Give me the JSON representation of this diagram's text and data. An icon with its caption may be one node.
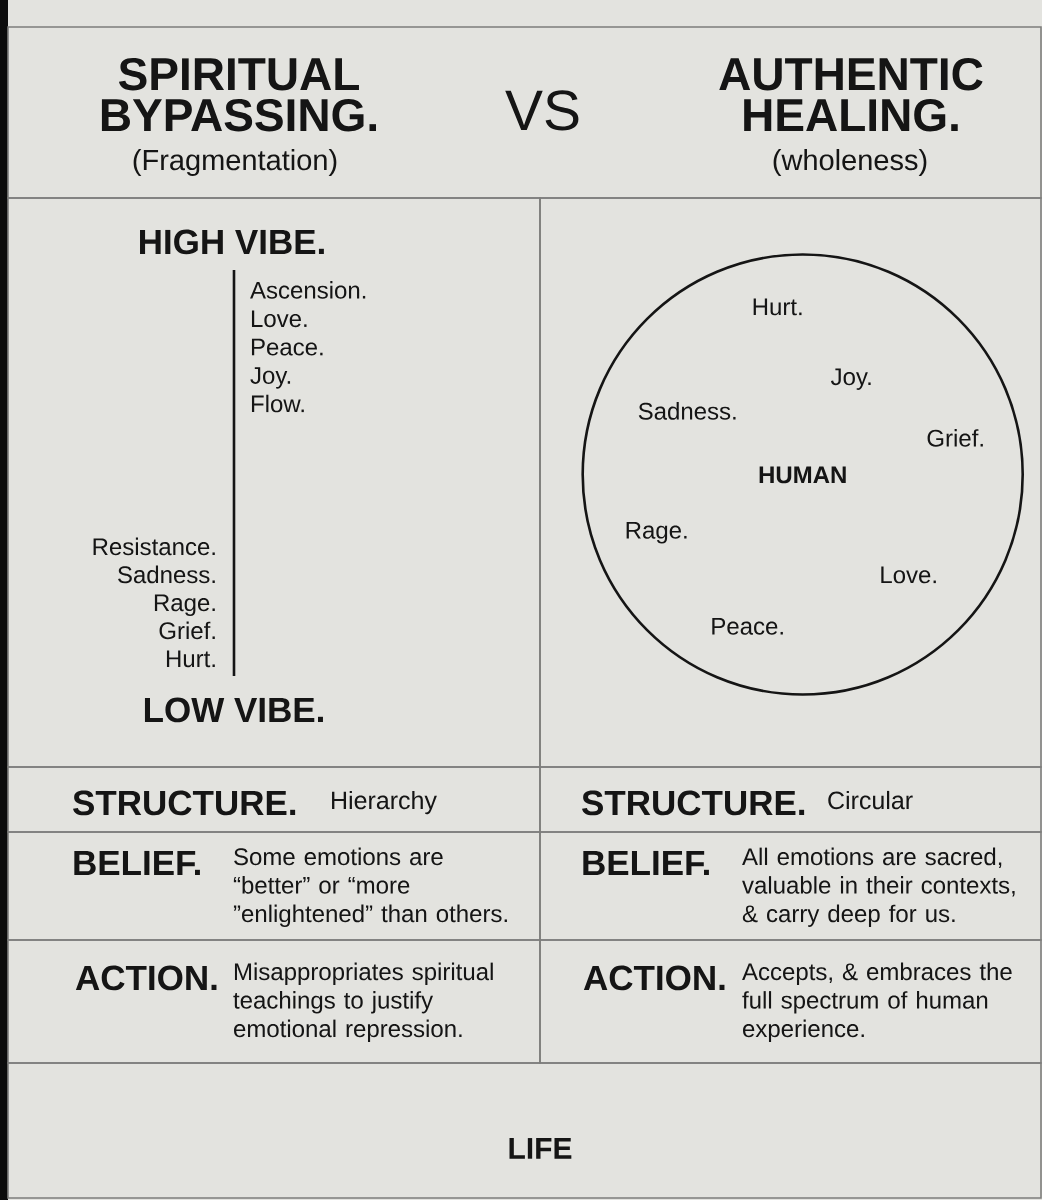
{
  "diagram": {
    "nodes": [
      {
        "text": [
          "SPIRITUAL BYPASSING.",
          "(Fragmentation)",
          "VS",
          "AUTHENTIC HEALING.",
          "(wholeness)"
        ]
      },
      {
        "text": [
          "HIGH VIBE.",
          "Ascension. Love. Peace. Joy. Flow.",
          "Resistance. Sadness. Rage. Grief. Hurt.",
          "LOW VIBE."
        ]
      },
      {
        "text": [],
        "shape": "box"
      },
      {
        "text": [
          "Hurt.",
          "Joy.",
          "Sadness.",
          "Grief.",
          "HUMAN",
          "Rage.",
          "Love.",
          "Peace."
        ],
        "in": 2
      },
      {
        "text": [
          "STRUCTURE.",
          "Hierarchy"
        ]
      },
      {
        "text": [
          "STRUCTURE.",
          "Circular"
        ]
      },
      {
        "text": [
          "BELIEF.",
          "Some emotions are “better” or “more ”enlightened” than others."
        ]
      },
      {
        "text": [
          "BELIEF.",
          "All emotions are sacred, valuable in their contexts, & carry deep for us."
        ]
      },
      {
        "text": [
          "ACTION.",
          "Misappropriates spiritual teachings to justify emotional repression."
        ]
      },
      {
        "text": [
          "ACTION.",
          "Accepts, & embraces the full spectrum of human experience."
        ]
      },
      {
        "text": [
          "LIFE"
        ]
      }
    ]
  }
}
